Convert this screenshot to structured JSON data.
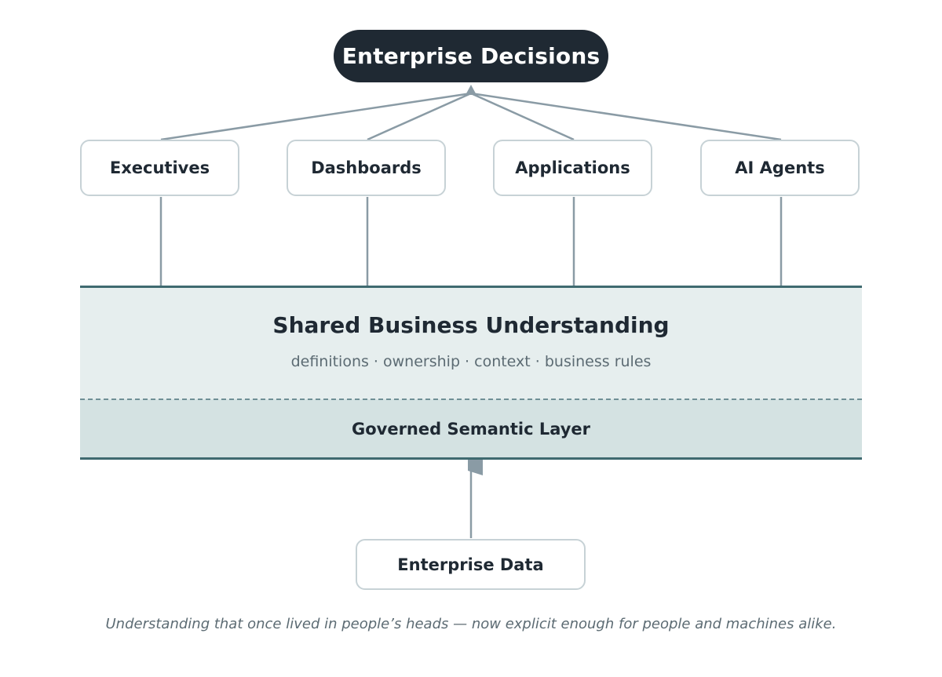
{
  "decision_node": {
    "label": "Enterprise Decisions"
  },
  "consumers": [
    {
      "label": "Executives"
    },
    {
      "label": "Dashboards"
    },
    {
      "label": "Applications"
    },
    {
      "label": "AI Agents"
    }
  ],
  "understanding_layer": {
    "title": "Shared Business Understanding",
    "subtitle": "definitions · ownership · context · business rules"
  },
  "semantic_layer": {
    "title": "Governed Semantic Layer"
  },
  "source_node": {
    "label": "Enterprise Data"
  },
  "caption": "Understanding that once lived in people’s heads — now explicit enough for people and machines alike.",
  "colors": {
    "dark_node": "#1f2933",
    "node_text": "#1f2933",
    "connector": "#8a9ba5",
    "band_upper": "#e6eeee",
    "band_lower": "#d4e2e2",
    "band_border": "#3f6a70",
    "muted_text": "#5c6b73"
  }
}
